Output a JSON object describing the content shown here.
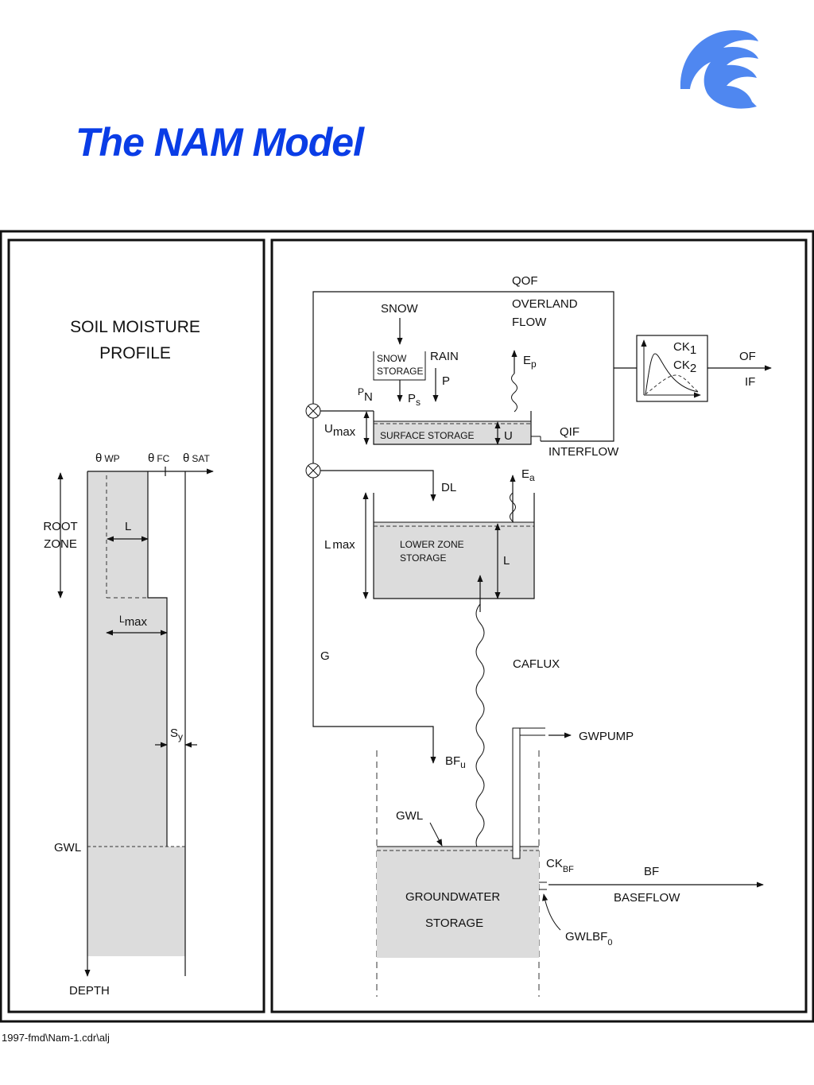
{
  "title": "The NAM Model",
  "logo_color": "#4f87f0",
  "title_color": "#0a3de6",
  "footer": "1997-fmd\\Nam-1.cdr\\alj",
  "left_panel": {
    "heading_line1": "SOIL MOISTURE",
    "heading_line2": "PROFILE",
    "theta": "θ",
    "wp": "WP",
    "fc": "FC",
    "sat": "SAT",
    "root_zone_1": "ROOT",
    "root_zone_2": "ZONE",
    "l": "L",
    "lmax_l": "L",
    "lmax_sub": "max",
    "sy_s": "S",
    "sy_sub": "y",
    "gwl": "GWL",
    "depth": "DEPTH"
  },
  "right_panel": {
    "qof": "QOF",
    "overland_1": "OVERLAND",
    "overland_2": "FLOW",
    "snow": "SNOW",
    "snow_storage_1": "SNOW",
    "snow_storage_2": "STORAGE",
    "rain": "RAIN",
    "p": "P",
    "pn": "P",
    "pn_sub": "N",
    "ps": "P",
    "ps_sub": "s",
    "ep": "E",
    "ep_sub": "p",
    "umax": "U",
    "umax_sub": "max",
    "surface_storage": "SURFACE   STORAGE",
    "u": "U",
    "qif": "QIF",
    "interflow": "INTERFLOW",
    "ck1": "CK",
    "ck1_sub": "1",
    "ck2": "CK",
    "ck2_sub": "2",
    "of": "OF",
    "if": "IF",
    "dl": "DL",
    "ea": "E",
    "ea_sub": "a",
    "lmax": "L",
    "lmax_sub": "max",
    "lower_zone_1": "LOWER ZONE",
    "lower_zone_2": "STORAGE",
    "l": "L",
    "g": "G",
    "caflux": "CAFLUX",
    "gwpump": "GWPUMP",
    "bfu": "BF",
    "bfu_sub": "u",
    "gwl": "GWL",
    "ckbf": "CK",
    "ckbf_sub": "BF",
    "bf": "BF",
    "baseflow": "BASEFLOW",
    "groundwater_1": "GROUNDWATER",
    "groundwater_2": "STORAGE",
    "gwlbf": "GWLBF",
    "gwlbf_sub": "0"
  }
}
